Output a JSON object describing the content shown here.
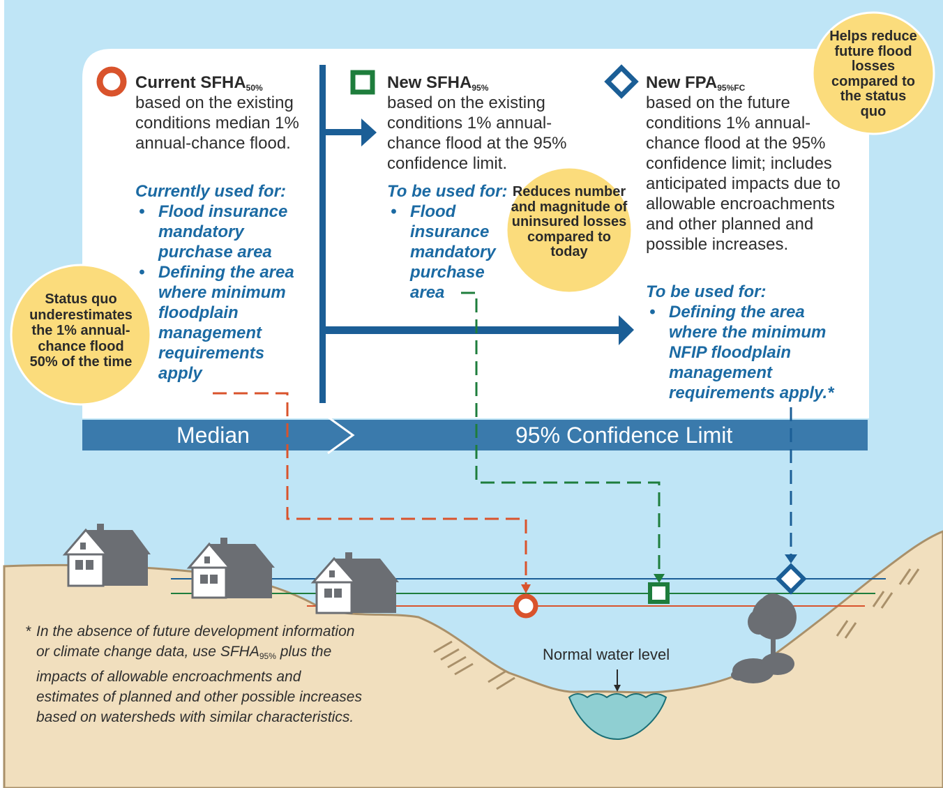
{
  "current": {
    "title": "Current SFHA",
    "subscript": "50%",
    "description": "based on the existing conditions median 1% annual-chance flood.",
    "used_heading": "Currently used for:",
    "uses": [
      "Flood insurance mandatory purchase area",
      "Defining the area where minimum floodplain management requirements apply"
    ]
  },
  "new_sfha": {
    "title": "New SFHA",
    "subscript": "95%",
    "description": "based on the existing conditions 1% annual-chance flood at the 95% confidence limit.",
    "used_heading": "To be used for:",
    "uses": [
      "Flood insurance mandatory purchase area"
    ]
  },
  "new_fpa": {
    "title": "New FPA",
    "subscript": "95%FC",
    "description": "based on the future conditions 1% annual-chance flood at the 95% confidence limit; includes anticipated impacts due to allowable encroachments and other planned and possible increases.",
    "used_heading": "To be used for:",
    "uses": [
      "Defining the area where the minimum NFIP floodplain management requirements apply.*"
    ]
  },
  "bubbles": {
    "status_quo": "Status quo underestimates the 1% annual-chance flood 50% of the time",
    "reduces": "Reduces number and magnitude of uninsured losses compared to today",
    "helps": "Helps reduce future flood losses compared to the status quo"
  },
  "band": {
    "median": "Median",
    "confidence": "95% Confidence Limit"
  },
  "water_label": "Normal water level",
  "footnote": {
    "part1": "In the absence of future development information or climate change data, use SFHA",
    "subscript": "95%",
    "part2": "plus the impacts of allowable encroachments and estimates of planned and other possible increases based on watersheds with similar characteristics."
  },
  "colors": {
    "sky": "#bfe5f6",
    "orange": "#d9532c",
    "green": "#1e7d3c",
    "navy": "#1b5e96",
    "band": "#3a7aac",
    "bubble": "#fbdc7c",
    "ground": "#f1dfbe",
    "water": "#8fcfd2",
    "house": "#6b6e73"
  }
}
